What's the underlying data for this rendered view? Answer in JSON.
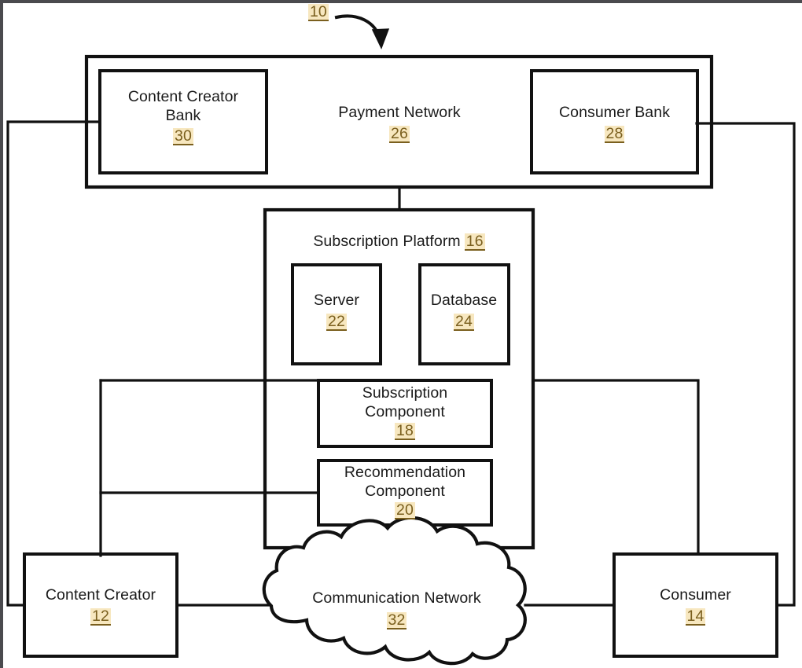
{
  "figure": {
    "callout_ref": "10",
    "callout_arrow": "curved-arrow-pointing-to-payment-network"
  },
  "payment_network": {
    "title": "Payment Network",
    "ref": "26",
    "children": [
      {
        "name": "content-creator-bank",
        "title": "Content Creator Bank",
        "title_line1": "Content Creator",
        "title_line2": "Bank",
        "ref": "30"
      },
      {
        "name": "consumer-bank",
        "title": "Consumer Bank",
        "ref": "28"
      }
    ]
  },
  "subscription_platform": {
    "title": "Subscription Platform",
    "ref": "16",
    "children": [
      {
        "name": "server",
        "title": "Server",
        "ref": "22"
      },
      {
        "name": "database",
        "title": "Database",
        "ref": "24"
      },
      {
        "name": "subscription-component",
        "title_line1": "Subscription",
        "title_line2": "Component",
        "ref": "18"
      },
      {
        "name": "recommendation-component",
        "title_line1": "Recommendation",
        "title_line2": "Component",
        "ref": "20"
      }
    ]
  },
  "actors": [
    {
      "name": "content-creator",
      "title": "Content Creator",
      "ref": "12"
    },
    {
      "name": "consumer",
      "title": "Consumer",
      "ref": "14"
    }
  ],
  "communication_network": {
    "title": "Communication Network",
    "ref": "32",
    "shape": "cloud"
  },
  "colors": {
    "stroke": "#111111",
    "ref_highlight": "#f7e7bf",
    "ref_text": "#7a5f1e",
    "background": "#ffffff",
    "scan_edge": "#4a4a4e"
  }
}
